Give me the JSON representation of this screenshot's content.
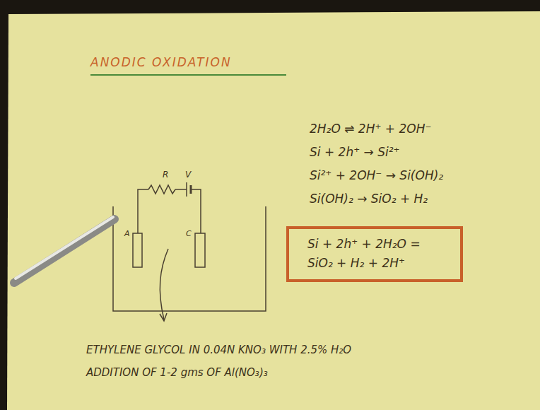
{
  "diagram": {
    "title": "ANODIC OXIDATION",
    "nodes": [
      {
        "text": [
          "Si + 2h⁺ + 2H₂O = SiO₂ + H₂ + 2H⁺"
        ]
      }
    ],
    "labels": [
      "R",
      "V",
      "A",
      "C",
      "2H₂O ⇌ 2H⁺ + 2OH⁻",
      "Si + 2h⁺ → Si²⁺",
      "Si²⁺ + 2OH⁻ → Si(OH)₂",
      "Si(OH)₂ → SiO₂ + H₂",
      "ETHYLENE GLYCOL IN 0.04N KNO₃ WITH 2.5% H₂O",
      "ADDITION OF 1-2 gms OF Al(NO₃)₃"
    ]
  }
}
